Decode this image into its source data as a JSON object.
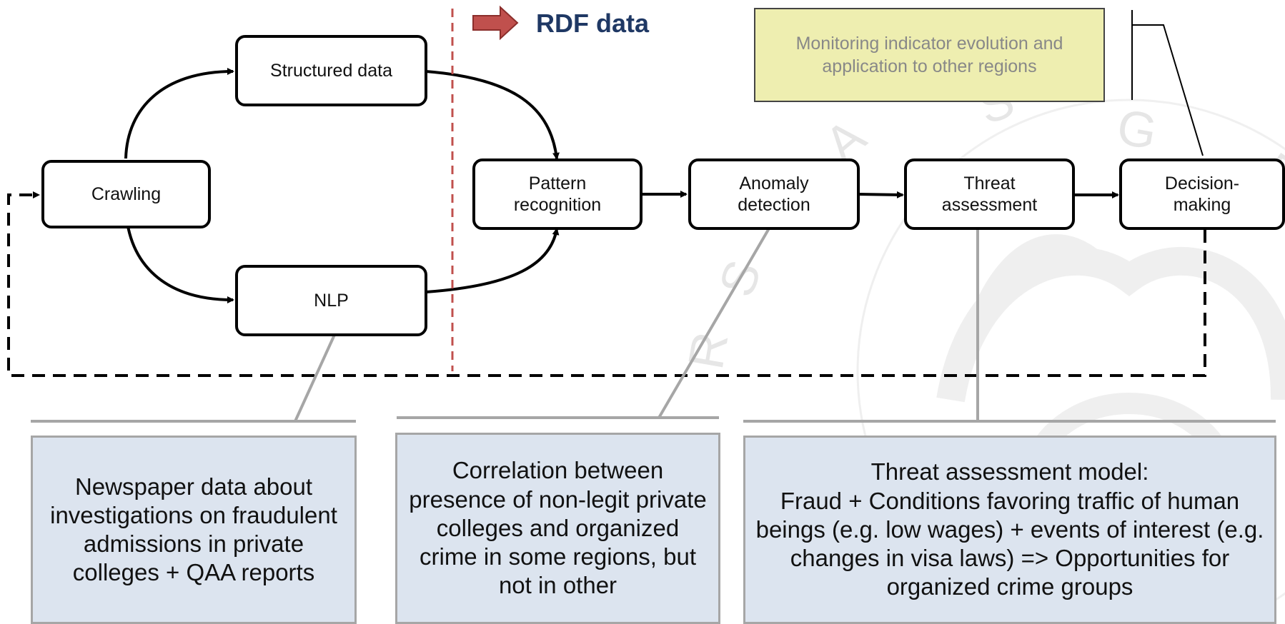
{
  "nodes": {
    "crawling": "Crawling",
    "structured": "Structured data",
    "nlp": "NLP",
    "pattern": "Pattern\nrecognition",
    "anomaly": "Anomaly\ndetection",
    "threat": "Threat\nassessment",
    "decision": "Decision-\nmaking"
  },
  "legend": {
    "rdf_label": "RDF data"
  },
  "monitoring_text": "Monitoring indicator evolution and application to other regions",
  "notes": {
    "nlp_note": "Newspaper data about investigations on fraudulent admissions in private colleges + QAA reports",
    "anomaly_note": "Correlation between presence of non-legit private colleges and organized crime in some regions, but not in other",
    "threat_note": "Threat assessment model:\nFraud + Conditions favoring traffic of human beings (e.g. low wages) + events of interest (e.g. changes in visa laws) => Opportunities for organized crime groups"
  },
  "colors": {
    "rdf_arrow": "#c0504d",
    "rdf_text": "#1f3864",
    "divider": "#c0504d",
    "note_fill": "#dce4ef",
    "note_border": "#a6a6a6",
    "monitor_fill": "#eeeeb0"
  }
}
